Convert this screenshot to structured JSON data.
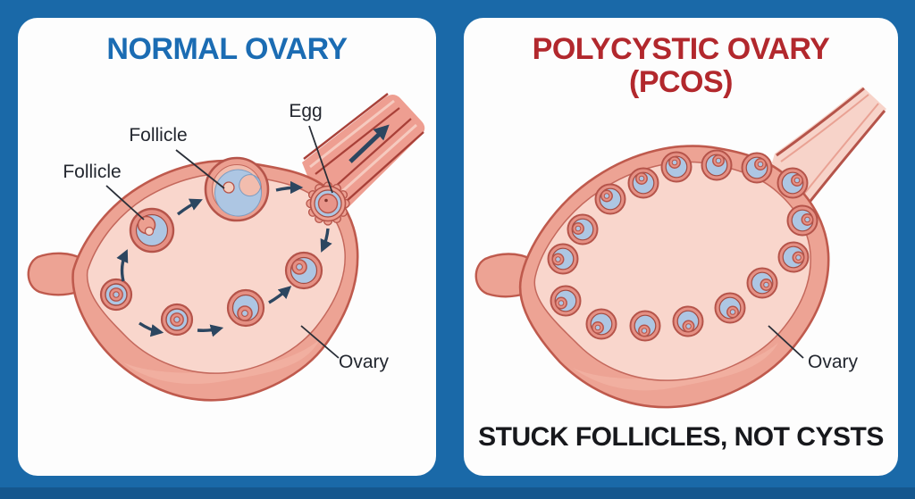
{
  "panels": {
    "normal": {
      "title": "NORMAL OVARY",
      "labels": {
        "follicle_top": "Follicle",
        "follicle_left": "Follicle",
        "egg": "Egg",
        "ovary": "Ovary"
      }
    },
    "pcos": {
      "title_line1": "POLYCYSTIC OVARY",
      "title_line2": "(PCOS)",
      "labels": {
        "ovary": "Ovary"
      },
      "caption": "STUCK FOLLICLES, NOT CYSTS"
    }
  },
  "diagram": {
    "normal_follicle_stage_count": 7,
    "pcos_follicle_count": 16,
    "palette": {
      "background_blue": "#1a69a8",
      "background_footer": "#15578e",
      "title_blue": "#1b6cb3",
      "title_red": "#b2282d",
      "label_text": "#23272f",
      "caption_text": "#17181c",
      "ovary_wall": "#eda394",
      "ovary_wall_stroke": "#bf5a4d",
      "ovary_lumen": "#f9d6cc",
      "cortex_highlight": "#f1b2a3",
      "follicle_ring": "#e59084",
      "follicle_fluid_blue": "#adc6e3",
      "arrow_navy": "#2c4660"
    }
  }
}
